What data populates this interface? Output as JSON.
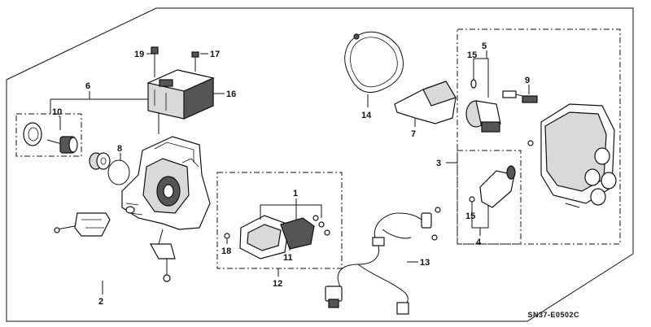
{
  "diagram": {
    "code": "SN37-E0502C",
    "callouts": [
      {
        "id": "c1",
        "text": "1"
      },
      {
        "id": "c2",
        "text": "2"
      },
      {
        "id": "c3",
        "text": "3"
      },
      {
        "id": "c4",
        "text": "4"
      },
      {
        "id": "c5",
        "text": "5"
      },
      {
        "id": "c6",
        "text": "6"
      },
      {
        "id": "c7",
        "text": "7"
      },
      {
        "id": "c8",
        "text": "8"
      },
      {
        "id": "c9",
        "text": "9"
      },
      {
        "id": "c10",
        "text": "10"
      },
      {
        "id": "c11",
        "text": "11"
      },
      {
        "id": "c12",
        "text": "12"
      },
      {
        "id": "c13",
        "text": "13"
      },
      {
        "id": "c14",
        "text": "14"
      },
      {
        "id": "c15a",
        "text": "15"
      },
      {
        "id": "c15b",
        "text": "15"
      },
      {
        "id": "c16",
        "text": "16"
      },
      {
        "id": "c17",
        "text": "17"
      },
      {
        "id": "c18",
        "text": "18"
      },
      {
        "id": "c19",
        "text": "19"
      }
    ]
  }
}
